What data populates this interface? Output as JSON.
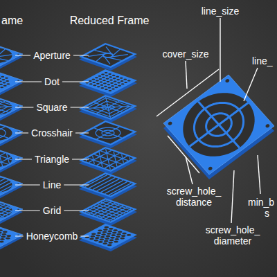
{
  "diagram": {
    "labels": [
      "ame",
      "Reduced Frame",
      "Aperture",
      "Dot",
      "Square",
      "Crosshair",
      "Triangle",
      "Line",
      "Grid",
      "Honeycomb",
      "cover_size",
      "line_size",
      "line_",
      "screw_hole_ distance",
      "min_b",
      "s",
      "screw_hole_ diameter"
    ]
  }
}
